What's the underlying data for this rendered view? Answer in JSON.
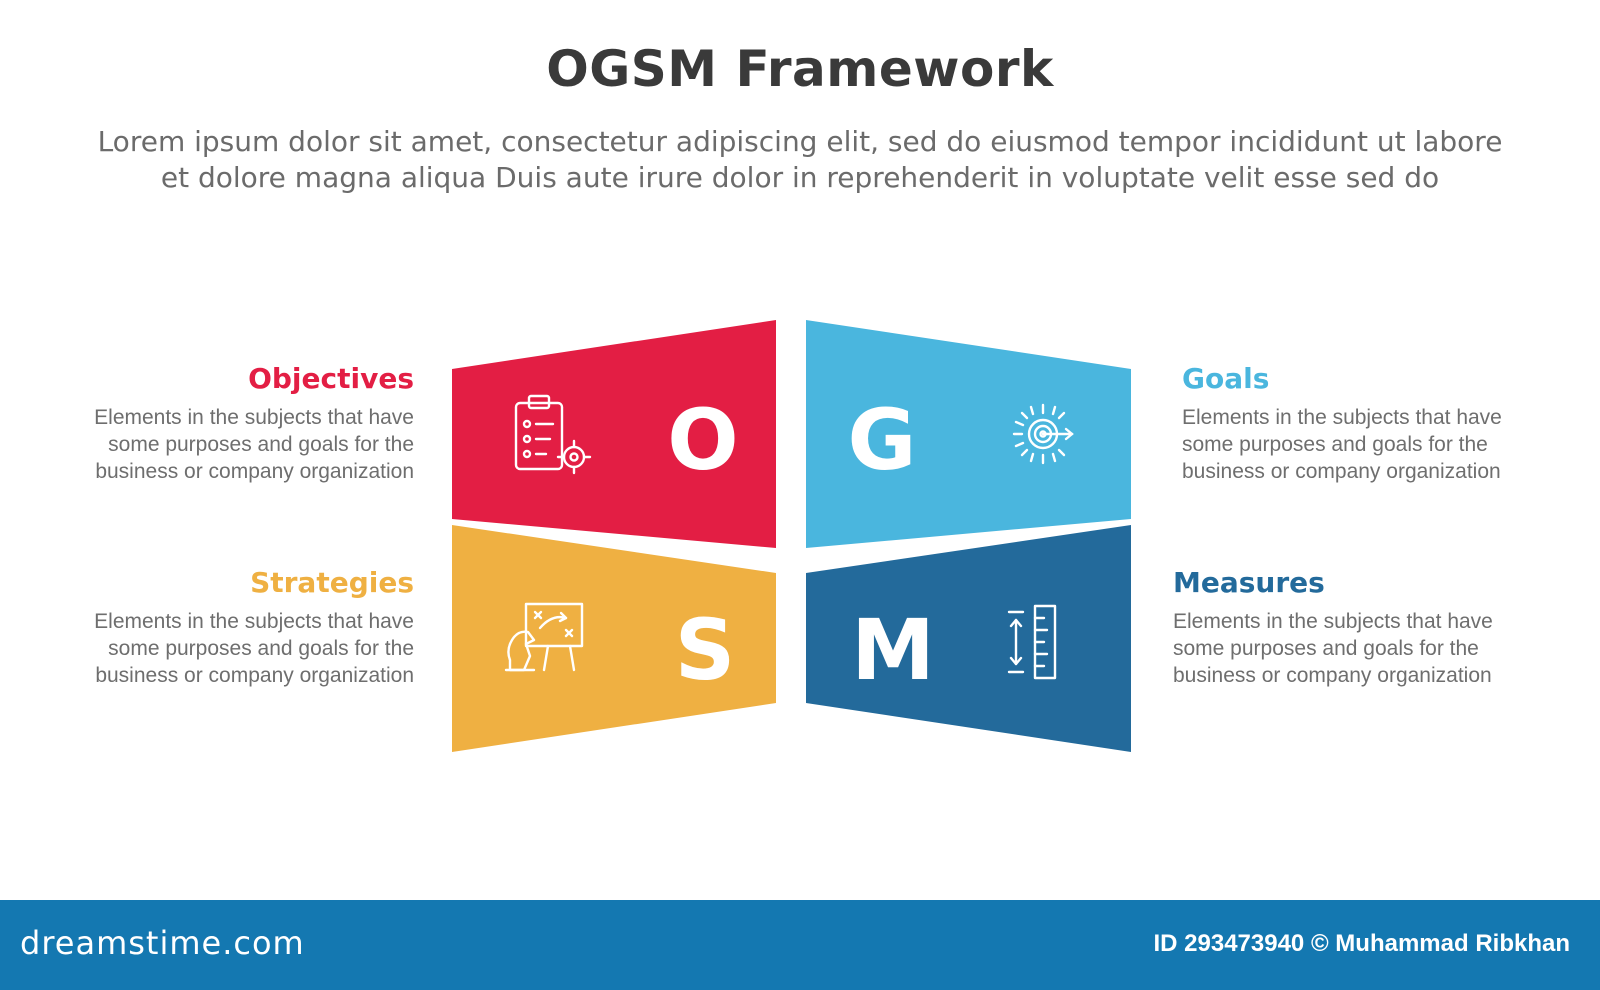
{
  "header": {
    "title": "OGSM Framework",
    "subtitle_line1": "Lorem ipsum dolor sit amet, consectetur adipiscing elit, sed do eiusmod tempor incididunt ut labore",
    "subtitle_line2": "et dolore magna aliqua Duis aute irure dolor in reprehenderit in voluptate velit esse sed do"
  },
  "quadrants": [
    {
      "id": "objectives",
      "letter": "O",
      "label": "Objectives",
      "description_lines": [
        "Elements in the subjects that have",
        "some purposes and goals for the",
        "business or company organization"
      ],
      "color": "#e31e44",
      "icon": "clipboard-target-icon"
    },
    {
      "id": "goals",
      "letter": "G",
      "label": "Goals",
      "description_lines": [
        "Elements in the subjects that have",
        "some purposes and goals for the",
        "business or company organization"
      ],
      "color": "#4ab6de",
      "icon": "bullseye-arrow-icon"
    },
    {
      "id": "strategies",
      "letter": "S",
      "label": "Strategies",
      "description_lines": [
        "Elements in the subjects that have",
        "some purposes and goals for the",
        "business or company organization"
      ],
      "color": "#efb042",
      "icon": "chess-board-icon"
    },
    {
      "id": "measures",
      "letter": "M",
      "label": "Measures",
      "description_lines": [
        "Elements in the subjects that have",
        "some purposes and goals for the",
        "business or company organization"
      ],
      "color": "#236a9b",
      "icon": "ruler-measure-icon"
    }
  ],
  "footer": {
    "brand": "dreamstime.com",
    "credit": "ID 293473940 © Muhammad Ribkhan",
    "background": "#1478b1"
  }
}
